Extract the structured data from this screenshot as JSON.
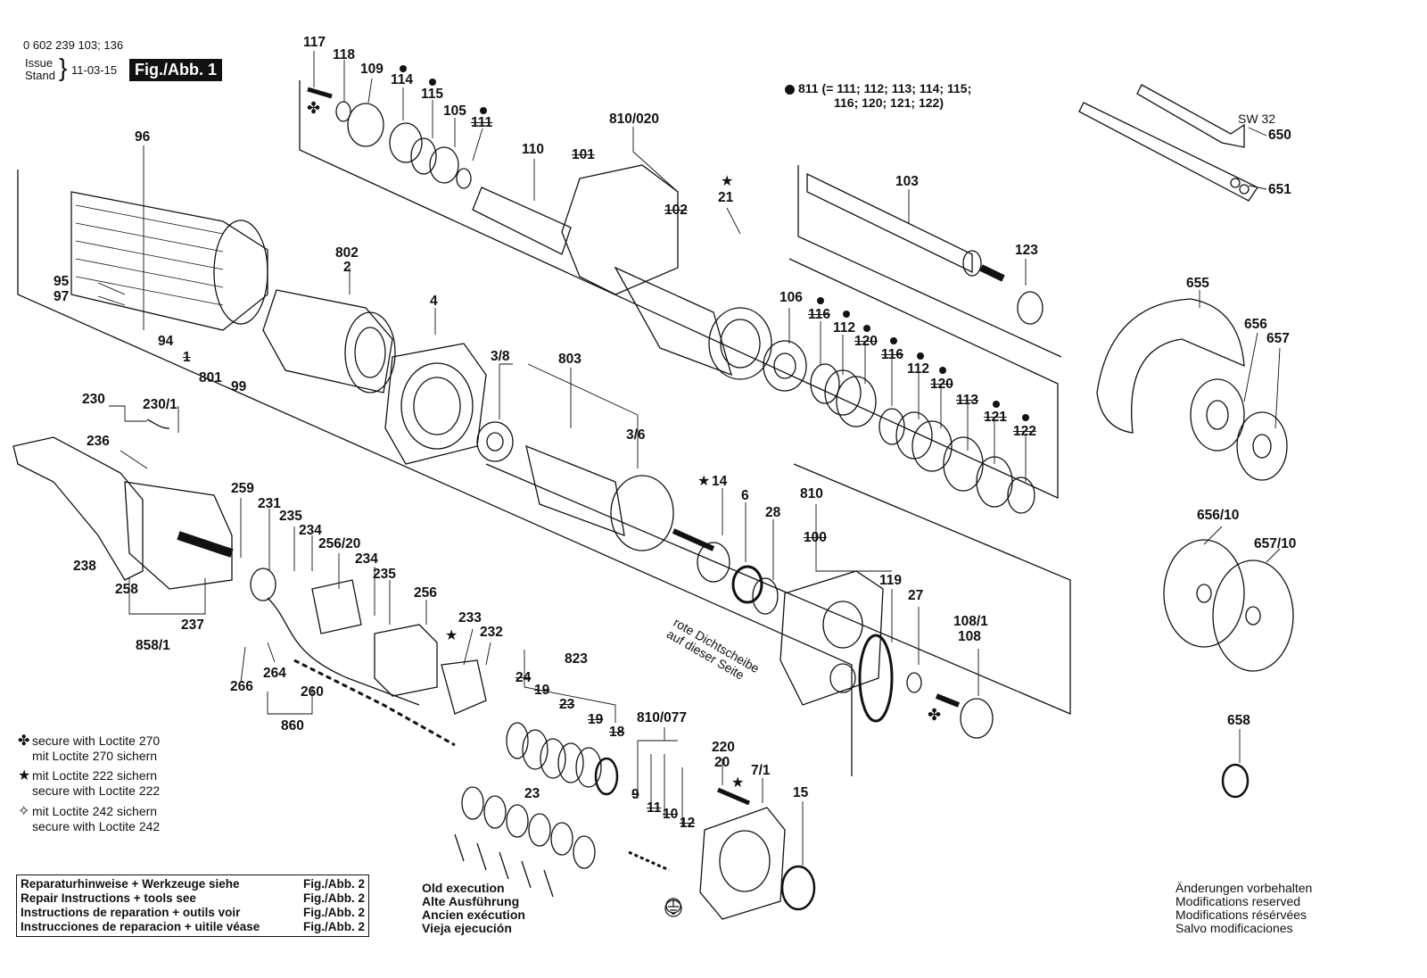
{
  "header": {
    "doc_number": "0 602 239 103; 136",
    "issue_label": "Issue",
    "stand_label": "Stand",
    "date": "11-03-15",
    "figure": "Fig./Abb. 1"
  },
  "set_note": {
    "line1": "811 (= 111; 112; 113; 114; 115;",
    "line2": "116; 120; 121; 122)"
  },
  "legend": [
    {
      "symbol": "✤",
      "icon": "club-icon",
      "line1": "secure with Loctite 270",
      "line2": "mit Loctite 270 sichern"
    },
    {
      "symbol": "★",
      "icon": "star-icon",
      "line1": "mit Loctite 222 sichern",
      "line2": "secure with Loctite 222"
    },
    {
      "symbol": "✧",
      "icon": "hollow-star-icon",
      "line1": "mit Loctite 242 sichern",
      "line2": "secure with Loctite 242"
    }
  ],
  "info_box": [
    {
      "text": "Reparaturhinweise + Werkzeuge siehe",
      "ref": "Fig./Abb. 2"
    },
    {
      "text": "Repair Instructions + tools see",
      "ref": "Fig./Abb. 2"
    },
    {
      "text": "Instructions de reparation + outils voir",
      "ref": "Fig./Abb. 2"
    },
    {
      "text": "Instrucciones de reparacion + uitile véase",
      "ref": "Fig./Abb. 2"
    }
  ],
  "old_execution": [
    "Old execution",
    "Alte Ausführung",
    "Ancien exécution",
    "Vieja ejecución"
  ],
  "modifications": [
    "Änderungen vorbehalten",
    "Modifications reserved",
    "Modifications résérvées",
    "Salvo modificaciones"
  ],
  "seal_note": [
    "rote Dichtscheibe",
    "auf dieser Seite"
  ],
  "wrench_label": "SW 32",
  "callouts": {
    "c117": "117",
    "c118": "118",
    "c109": "109",
    "c114": "114",
    "c115": "115",
    "c105": "105",
    "c111": "111",
    "c110": "110",
    "c101": "101",
    "c810_020": "810/020",
    "c102": "102",
    "c21": "21",
    "c96": "96",
    "c802": "802",
    "c2": "2",
    "c95": "95",
    "c97": "97",
    "c94": "94",
    "c801": "801",
    "c99": "99",
    "c1": "1",
    "c4": "4",
    "c3_8": "3/8",
    "c803": "803",
    "c3_6": "3/6",
    "c103": "103",
    "c123": "123",
    "c106": "106",
    "c116a": "116",
    "c112a": "112",
    "c120a": "120",
    "c116b": "116",
    "c112b": "112",
    "c120b": "120",
    "c113": "113",
    "c121": "121",
    "c122": "122",
    "c650": "650",
    "c651": "651",
    "c655": "655",
    "c656": "656",
    "c657": "657",
    "c656_10": "656/10",
    "c657_10": "657/10",
    "c658": "658",
    "c230": "230",
    "c230_1": "230/1",
    "c236": "236",
    "c259": "259",
    "c231": "231",
    "c235a": "235",
    "c234a": "234",
    "c256_20": "256/20",
    "c234b": "234",
    "c235b": "235",
    "c238": "238",
    "c258": "258",
    "c237": "237",
    "c858_1": "858/1",
    "c256": "256",
    "c233": "233",
    "c232": "232",
    "c266": "266",
    "c264": "264",
    "c260": "260",
    "c860": "860",
    "c14": "14",
    "c6": "6",
    "c28": "28",
    "c810": "810",
    "c100": "100",
    "c119": "119",
    "c27": "27",
    "c108_1": "108/1",
    "c108": "108",
    "c823": "823",
    "c24": "24",
    "c19a": "19",
    "c23a": "23",
    "c19b": "19",
    "c18": "18",
    "c23b": "23",
    "c810_077": "810/077",
    "c220": "220",
    "c20": "20",
    "c7_1": "7/1",
    "c15": "15",
    "c9": "9",
    "c11": "11",
    "c10": "10",
    "c12": "12"
  }
}
